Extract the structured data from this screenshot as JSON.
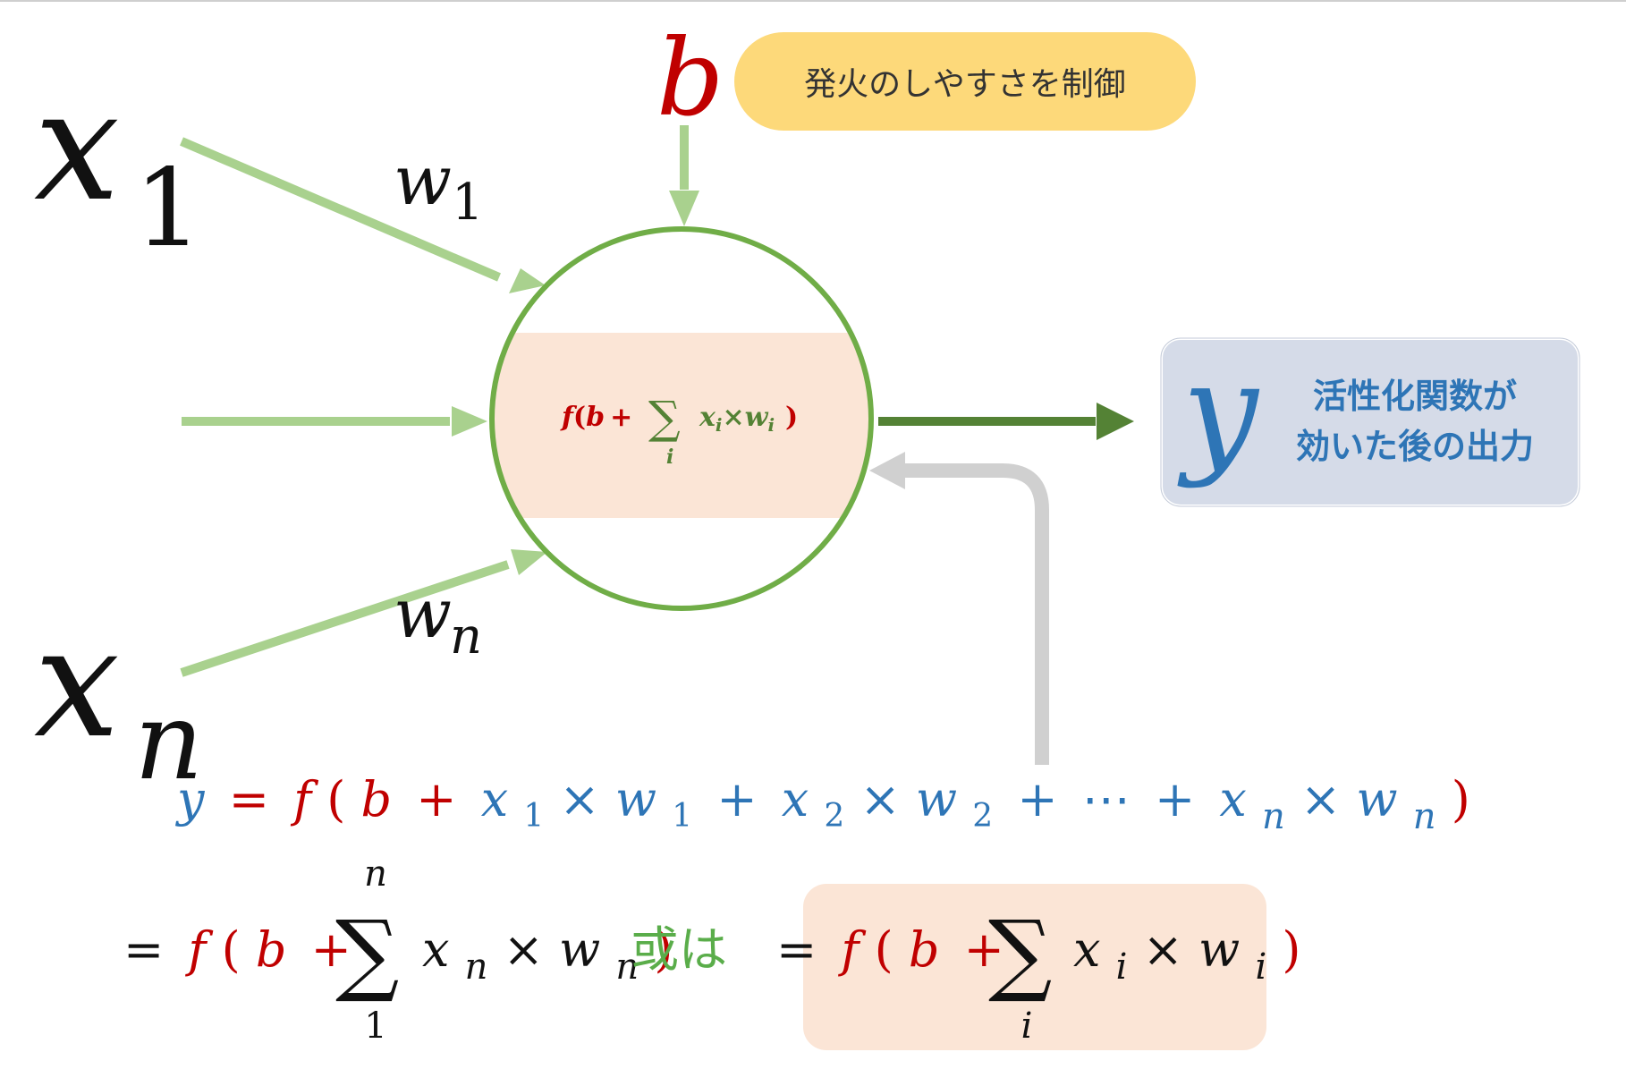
{
  "diagram": {
    "inputs": {
      "x1": {
        "symbol": "x",
        "index": "1"
      },
      "xn": {
        "symbol": "x",
        "index": "n"
      }
    },
    "weights": {
      "w1": {
        "symbol": "w",
        "index": "1"
      },
      "wn": {
        "symbol": "w",
        "index": "n"
      }
    },
    "bias": {
      "symbol": "b",
      "note": "発火のしやすさを制御"
    },
    "neuron": {
      "formula": {
        "f": "f",
        "open": "(",
        "b": "b",
        "plus": "+",
        "sum": "∑",
        "sum_sub": "i",
        "x": "x",
        "xi": "i",
        "times": "×",
        "w": "w",
        "wi": "i",
        "close": ")"
      }
    },
    "output": {
      "symbol": "y",
      "line1": "活性化関数が",
      "line2": "効いた後の出力"
    }
  },
  "equations": {
    "line1": {
      "y": "y",
      "eq": "=",
      "f": "f",
      "open": "(",
      "b": "b",
      "plus": "+",
      "x": "x",
      "s1": "1",
      "times": "×",
      "w": "w",
      "s2": "2",
      "dots": "⋯",
      "n": "n",
      "close": ")"
    },
    "line2": {
      "eq": "=",
      "f": "f",
      "open": "(",
      "b": "b",
      "plus": "+",
      "sum": "∑",
      "sum_top": "n",
      "sum_bottom": "1",
      "x": "x",
      "xn": "n",
      "times": "×",
      "w": "w",
      "wn": "n",
      "close": ")",
      "or": "或は"
    },
    "alt": {
      "eq": "=",
      "f": "f",
      "open": "(",
      "b": "b",
      "plus": "+",
      "sum": "∑",
      "sum_bottom": "i",
      "x": "x",
      "xi": "i",
      "times": "×",
      "w": "w",
      "wi": "i",
      "close": ")"
    }
  },
  "colors": {
    "arrow_light_green": "#a9d18e",
    "arrow_dark_green": "#548235",
    "circle": "#70ad47",
    "feedback_gray": "#d0d0d0",
    "neuron_band": "#fbe5d6",
    "bias_bubble": "#fdd97a",
    "output_box": "#d5dbe8",
    "black": "#111111",
    "red": "#c00000",
    "blue": "#2e75b6",
    "green": "#5aad4a"
  }
}
